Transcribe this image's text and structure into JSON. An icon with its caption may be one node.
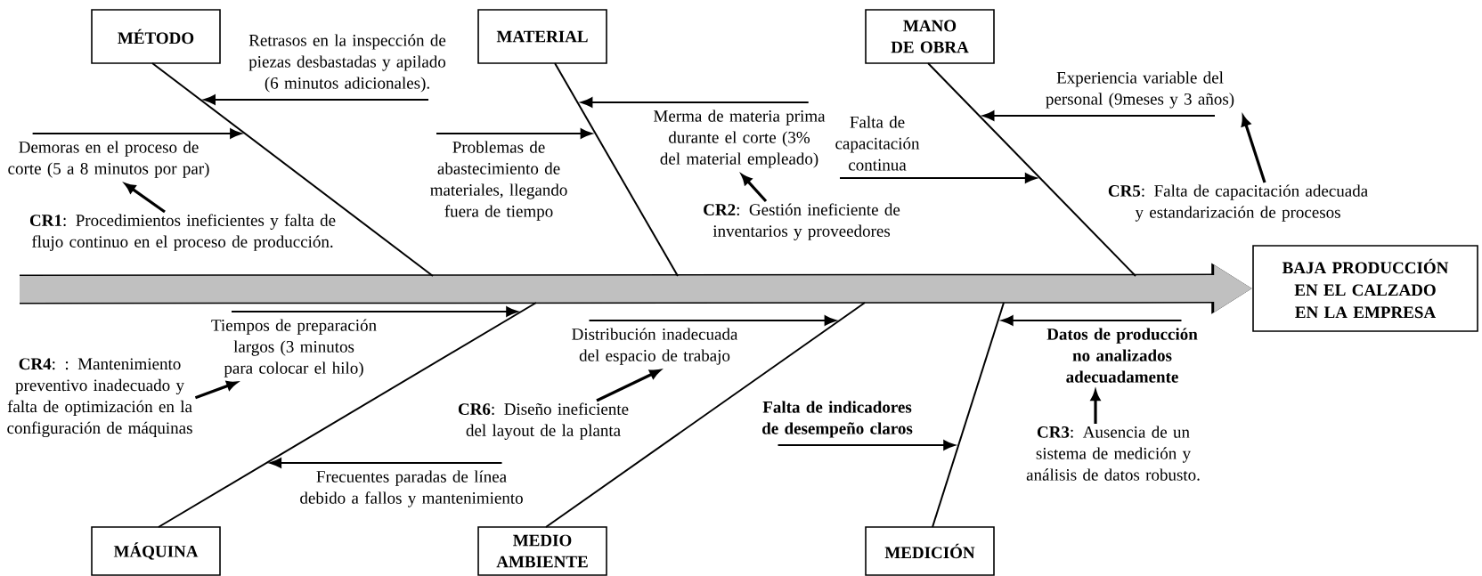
{
  "diagram": {
    "nodes": [
      {
        "text": [
          "MÉTODO"
        ]
      },
      {
        "text": [
          "MATERIAL"
        ]
      },
      {
        "text": [
          "MANO DE OBRA"
        ]
      },
      {
        "text": [
          "BAJA PRODUCCIÓN EN EL CALZADO EN LA EMPRESA"
        ]
      },
      {
        "text": [
          "Demoras en el proceso de corte (5 a 8 minutos por par)"
        ]
      },
      {
        "text": [
          "Retrasos en la inspección de piezas desbastadas y apilado (6 minutos adicionales)."
        ]
      },
      {
        "text": [
          "**CR1**: Procedimientos ineficientes y falta de flujo continuo en el proceso de producción."
        ]
      },
      {
        "text": [
          "Problemas de abastecimiento de materiales, llegando fuera de tiempo"
        ]
      },
      {
        "text": [
          "Merma de materia prima durante el corte (3% del material empleado)"
        ]
      },
      {
        "text": [
          "**CR2**: Gestión ineficiente de inventarios y proveedores"
        ]
      },
      {
        "text": [
          "Falta de capacitación continua"
        ]
      },
      {
        "text": [
          "Experiencia variable del personal (9meses y 3 años)"
        ]
      },
      {
        "text": [
          "**CR5**: Falta de capacitación adecuada y estandarización de procesos"
        ]
      },
      {
        "text": [
          "Tiempos de preparación largos (3 minutos para colocar el hilo)"
        ]
      },
      {
        "text": [
          "**CR4**: : Mantenimiento preventivo inadecuado y falta de optimización en la configuración de máquinas"
        ]
      },
      {
        "text": [
          "Frecuentes paradas de línea debido a fallos y mantenimiento"
        ]
      },
      {
        "text": [
          "Distribución inadecuada del espacio de trabajo"
        ]
      },
      {
        "text": [
          "**CR6**: Diseño ineficiente del layout de la planta"
        ]
      },
      {
        "text": [
          "Falta de indicadores de desempeño claros"
        ]
      },
      {
        "text": [
          "Datos de producción no analizados adecuadamente"
        ]
      },
      {
        "text": [
          "**CR3**: Ausencia de un sistema de medición y análisis de datos robusto."
        ]
      },
      {
        "text": [
          "MÁQUINA"
        ]
      },
      {
        "text": [
          "MEDIO AMBIENTE"
        ]
      },
      {
        "text": [
          "MEDICIÓN"
        ]
      }
    ],
    "edges": [
      {
        "from": null,
        "to": 3,
        "arrow": "to",
        "style": "thick",
        "color": "#c0c0c0"
      },
      {
        "from": 0,
        "to": null,
        "arrow": "none"
      },
      {
        "from": 1,
        "to": null,
        "arrow": "none"
      },
      {
        "from": 2,
        "to": null,
        "arrow": "none"
      },
      {
        "from": 21,
        "to": null,
        "arrow": "none"
      },
      {
        "from": 22,
        "to": null,
        "arrow": "none"
      },
      {
        "from": 23,
        "to": null,
        "arrow": "none"
      },
      {
        "from": 4,
        "to": null,
        "arrow": "to"
      },
      {
        "from": 5,
        "to": null,
        "arrow": "to"
      },
      {
        "from": 7,
        "to": null,
        "arrow": "to"
      },
      {
        "from": 8,
        "to": null,
        "arrow": "to"
      },
      {
        "from": 10,
        "to": null,
        "arrow": "to"
      },
      {
        "from": 11,
        "to": null,
        "arrow": "to"
      },
      {
        "from": 13,
        "to": null,
        "arrow": "to"
      },
      {
        "from": 15,
        "to": null,
        "arrow": "to"
      },
      {
        "from": 16,
        "to": null,
        "arrow": "to"
      },
      {
        "from": 18,
        "to": null,
        "arrow": "to"
      },
      {
        "from": 19,
        "to": null,
        "arrow": "to"
      },
      {
        "from": 6,
        "to": 4,
        "arrow": "to"
      },
      {
        "from": 9,
        "to": 8,
        "arrow": "to"
      },
      {
        "from": 12,
        "to": 11,
        "arrow": "to"
      },
      {
        "from": 14,
        "to": 13,
        "arrow": "to"
      },
      {
        "from": 17,
        "to": 16,
        "arrow": "to"
      },
      {
        "from": 20,
        "to": 19,
        "arrow": "to"
      }
    ]
  }
}
